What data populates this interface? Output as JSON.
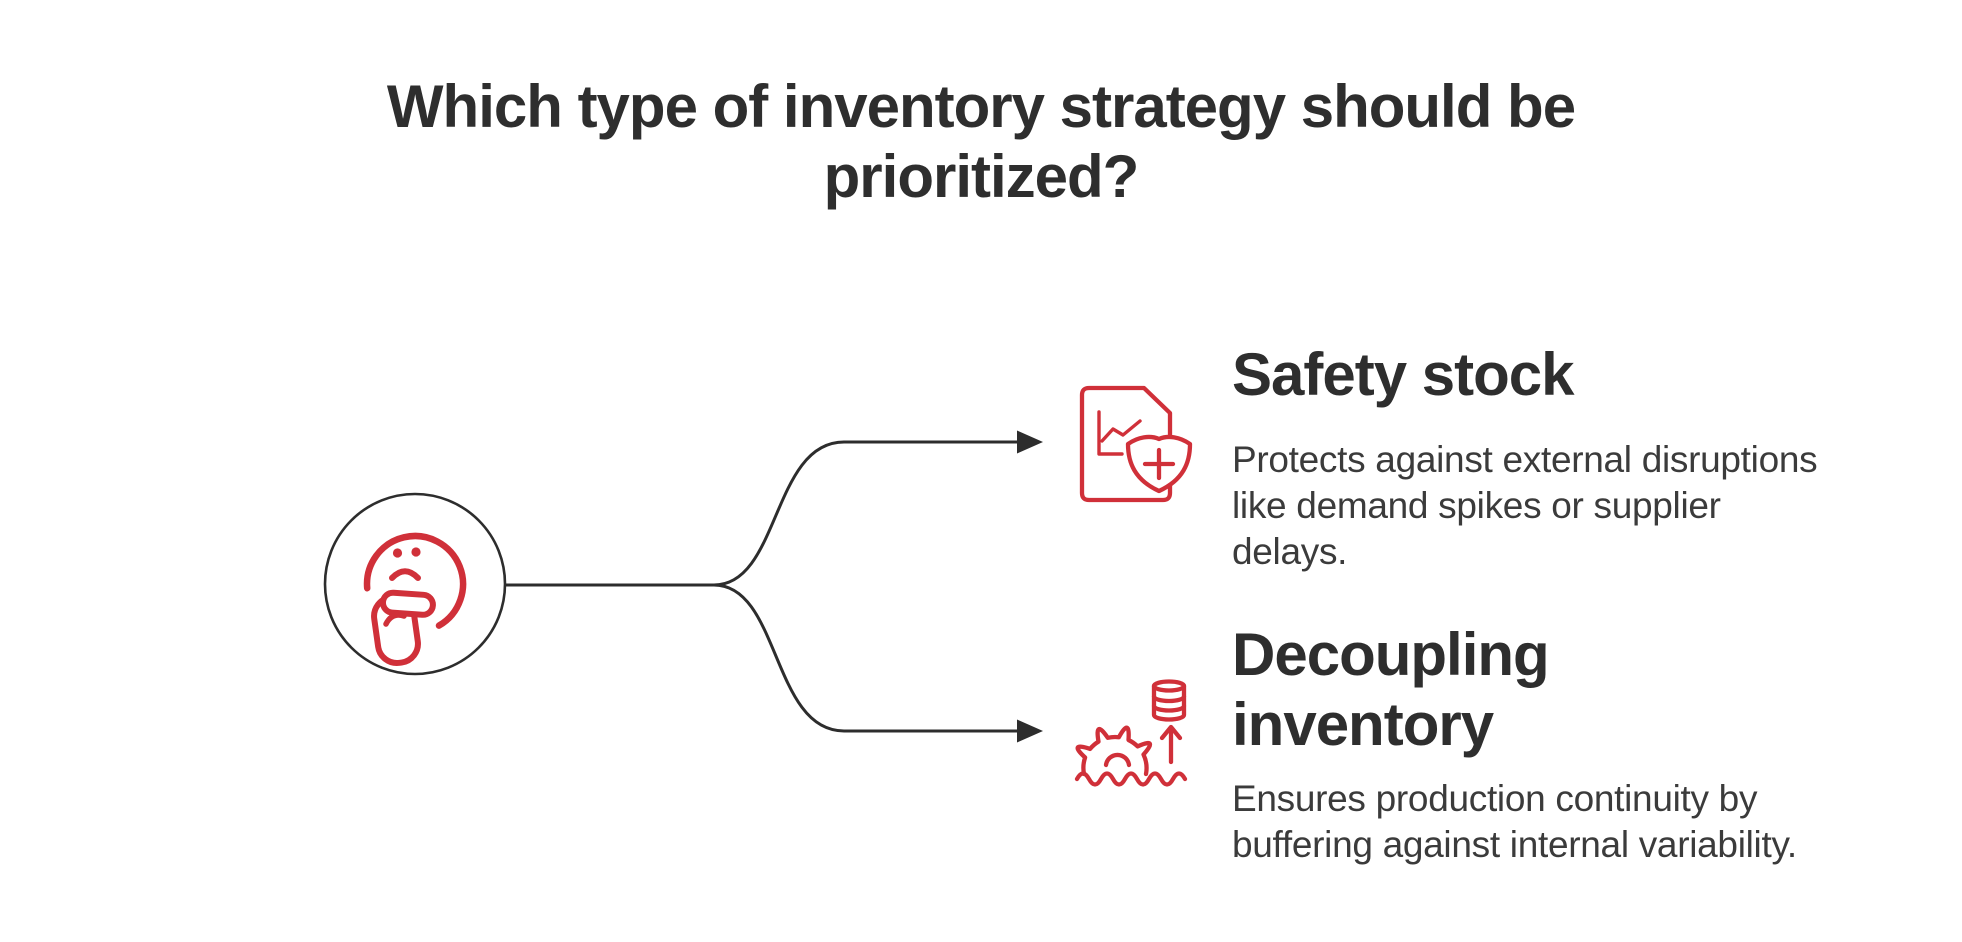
{
  "title": "Which type of inventory strategy should be\nprioritized?",
  "colors": {
    "accent_red": "#d03039",
    "line_dark": "#2d2d2d",
    "heading_text": "#2e2e2e",
    "body_text": "#3b3b3b",
    "background": "#ffffff"
  },
  "thinker": {
    "icon": "thinking-face-icon"
  },
  "branches": [
    {
      "heading": "Safety stock",
      "description": "Protects against external disruptions\nlike demand spikes or supplier\ndelays.",
      "icon": "document-chart-shield-icon"
    },
    {
      "heading": "Decoupling\ninventory",
      "description": "Ensures production continuity by\nbuffering against internal variability.",
      "icon": "gear-database-up-arrow-icon"
    }
  ]
}
